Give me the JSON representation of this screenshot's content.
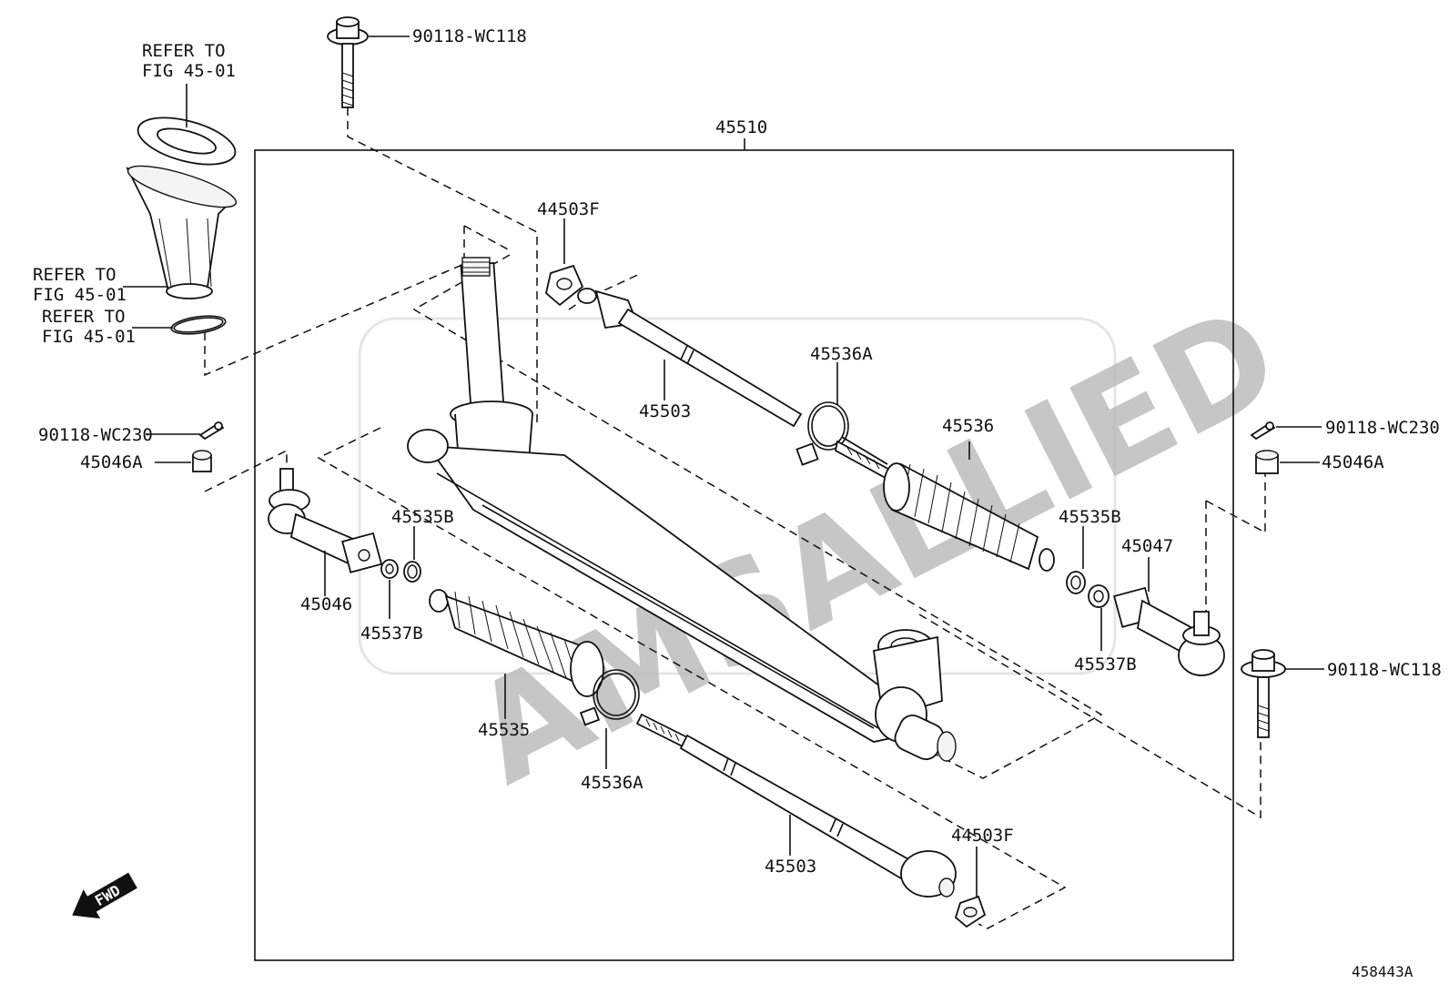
{
  "labels": {
    "bolt_top": "90118-WC118",
    "refer_1_line1": "REFER TO",
    "refer_1_line2": "FIG 45-01",
    "refer_2_line1": "REFER TO",
    "refer_2_line2": "FIG 45-01",
    "refer_3_line1": "REFER TO",
    "refer_3_line2": "FIG 45-01",
    "assembly": "45510",
    "plate_top": "44503F",
    "clip_left": "90118-WC230",
    "nut_left": "45046A",
    "tie_rod_top": "45503",
    "clamp_top": "45536A",
    "boot_right": "45536",
    "clamp_small_left": "45535B",
    "tie_end_left": "45046",
    "nut_small_left": "45537B",
    "boot_left": "45535",
    "clamp_bottom": "45536A",
    "tie_rod_bottom": "45503",
    "plate_bottom": "44503F",
    "clip_right": "90118-WC230",
    "nut_right": "45046A",
    "clamp_small_right": "45535B",
    "tie_end_right": "45047",
    "nut_small_right": "45537B",
    "bolt_right": "90118-WC118",
    "fwd": "FWD",
    "figure_id": "458443A"
  },
  "watermark": "AMSALLIED"
}
